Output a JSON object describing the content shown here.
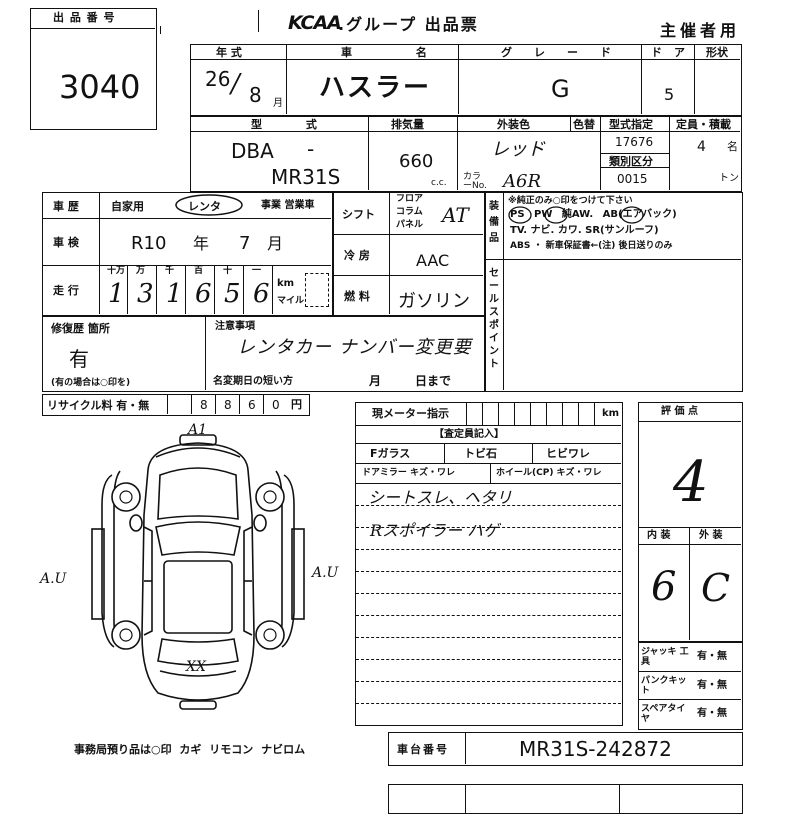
{
  "lot": {
    "label": "出 品 番 号",
    "number": "3040"
  },
  "header": {
    "logo": "KCAA",
    "title": ".グループ 出品票",
    "host": "主催者用"
  },
  "row1": {
    "year_label": "年 式",
    "car_name_label": "車 名",
    "grade_label": "グレード",
    "door_label": "ドア",
    "shape_label": "形状",
    "year_value": "26",
    "month_value": "8",
    "month_unit": "月",
    "car_name": "ハスラー",
    "grade": "G",
    "doors": "5"
  },
  "row2": {
    "model_label": "型 式",
    "displacement_label": "排気量",
    "exterior_label": "外装色",
    "color_change_label": "色替",
    "type_cert_label": "型式指定",
    "type_class_label": "類別区分",
    "capacity_label": "定員・積載",
    "model_prefix": "DBA",
    "model_dash": "-",
    "model_code": "MR31S",
    "displacement": "660",
    "cc_unit": "c.c.",
    "color_value": "レッド",
    "color_no_label": "カラーNo.",
    "color_no": "A6R",
    "type_cert": "17676",
    "type_class": "0015",
    "capacity": "4",
    "capacity_unit": "名",
    "ton_unit": "トン"
  },
  "history": {
    "label": "車 歴",
    "private": "自家用",
    "rental": "レンタ",
    "business": "事業 営業車",
    "inspection_label": "車 検",
    "inspection_era": "R10",
    "inspection_year_unit": "年",
    "inspection_month": "7",
    "inspection_month_unit": "月",
    "mileage_label": "走 行",
    "mileage_digit_labels": [
      "十万",
      "万",
      "千",
      "百",
      "十",
      "一"
    ],
    "mileage_digits": [
      "1",
      "3",
      "1",
      "6",
      "5",
      "6"
    ],
    "km_label": "km",
    "mile_label": "マイル"
  },
  "shift": {
    "label": "シフト",
    "options": [
      "フロア",
      "コラム",
      "パネル"
    ],
    "value": "AT"
  },
  "ac": {
    "label": "冷 房",
    "value": "AAC"
  },
  "fuel": {
    "label": "燃 料",
    "value": "ガソリン"
  },
  "equipment": {
    "label": "装 備 品",
    "note": "※純正のみ○印をつけて下さい",
    "line1": "PS PW 純AW. AB(エアバック)",
    "line2": "TV. ナビ. カワ. SR(サンルーフ)",
    "line3": "ABS ・ 新車保証書←(注) 後日送りのみ"
  },
  "sales_point_label": "セールスポイント",
  "repair": {
    "label": "修復歴 箇所",
    "value": "有",
    "note": "(有の場合は○印を)"
  },
  "remarks": {
    "label": "注意事項",
    "text": "レンタカー ナンバー変更要",
    "name_change_label": "名変期日の短い方",
    "month_unit": "月",
    "day_unit": "日まで"
  },
  "recycle": {
    "label": "リサイクル料 有・無",
    "digits": [
      "",
      "8",
      "8",
      "6",
      "0"
    ],
    "yen": "円"
  },
  "meter": {
    "label": "現メーター指示",
    "km_label": "km"
  },
  "inspector": {
    "label": "【査定員記入】",
    "cols1": [
      "Fガラス",
      "トビ石",
      "ヒビワレ"
    ],
    "cols2": [
      "ドアミラー キズ・ワレ",
      "ホイール(CP) キズ・ワレ"
    ],
    "comments": [
      "シートスレ、ヘタリ",
      "Rスポイラー ハゲ"
    ]
  },
  "score": {
    "label": "評 価 点",
    "value": "4",
    "interior_label": "内 装",
    "exterior_label": "外 装",
    "interior": "6",
    "exterior": "C"
  },
  "tools": [
    {
      "label": "ジャッキ 工 具",
      "value": "有・無"
    },
    {
      "label": "パンクキット",
      "value": "有・無"
    },
    {
      "label": "スペアタイヤ",
      "value": "有・無"
    }
  ],
  "diagram": {
    "front_mark": "A1",
    "left_mark": "A.U",
    "right_mark": "A.U",
    "rear_mark": "XX"
  },
  "office": {
    "note": "事務局預り品は○印 カギ リモコン ナビロム"
  },
  "chassis": {
    "label": "車台番号",
    "value": "MR31S-242872"
  }
}
